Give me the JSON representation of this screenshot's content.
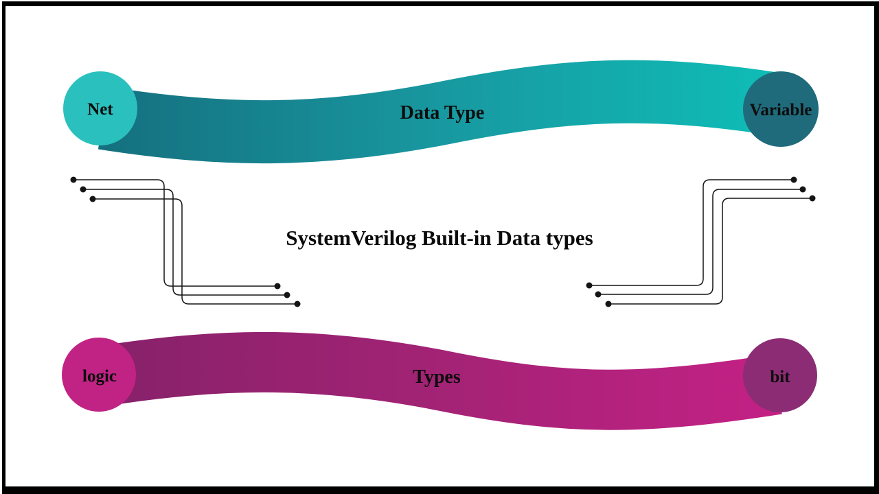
{
  "title": {
    "text": "SystemVerilog Built-in Data types"
  },
  "top_ribbon": {
    "label": "Data Type",
    "left_node": "Net",
    "right_node": "Variable",
    "gradient": {
      "start": "#15707f",
      "mid": "#1898a0",
      "end": "#0fbdb7"
    },
    "left_circle_color": "#2ac0bd",
    "right_circle_color": "#1f6b7c"
  },
  "bottom_ribbon": {
    "label": "Types",
    "left_node": "logic",
    "right_node": "bit",
    "gradient": {
      "start": "#87216a",
      "mid": "#a32375",
      "end": "#c32185"
    },
    "left_circle_color": "#c02384",
    "right_circle_color": "#8c2c74"
  }
}
